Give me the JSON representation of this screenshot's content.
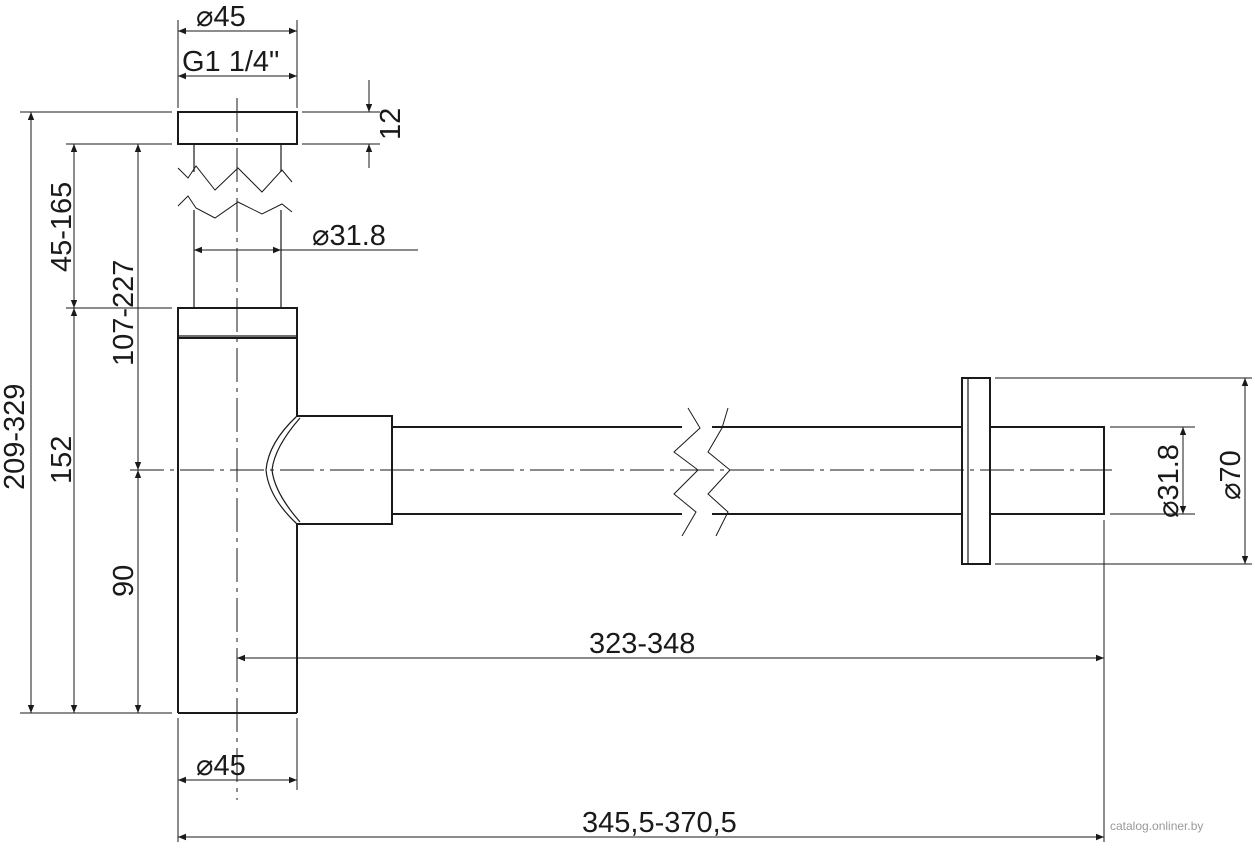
{
  "drawing": {
    "line_color": "#1a1a1a",
    "background": "#ffffff",
    "dimensions": {
      "top_diameter": "⌀45",
      "thread": "G1 1/4\"",
      "cap_height": "12",
      "inlet_diameter": "⌀31.8",
      "height_adjust": "45-165",
      "height_inlet_to_axis": "107-227",
      "overall_height": "209-329",
      "body_height": "152",
      "axis_height": "90",
      "outlet_diameter": "⌀31.8",
      "flange_diameter": "⌀70",
      "axis_to_wall": "323-348",
      "bottom_diameter": "⌀45",
      "overall_length": "345,5-370,5"
    },
    "watermark": "catalog.onliner.by"
  }
}
